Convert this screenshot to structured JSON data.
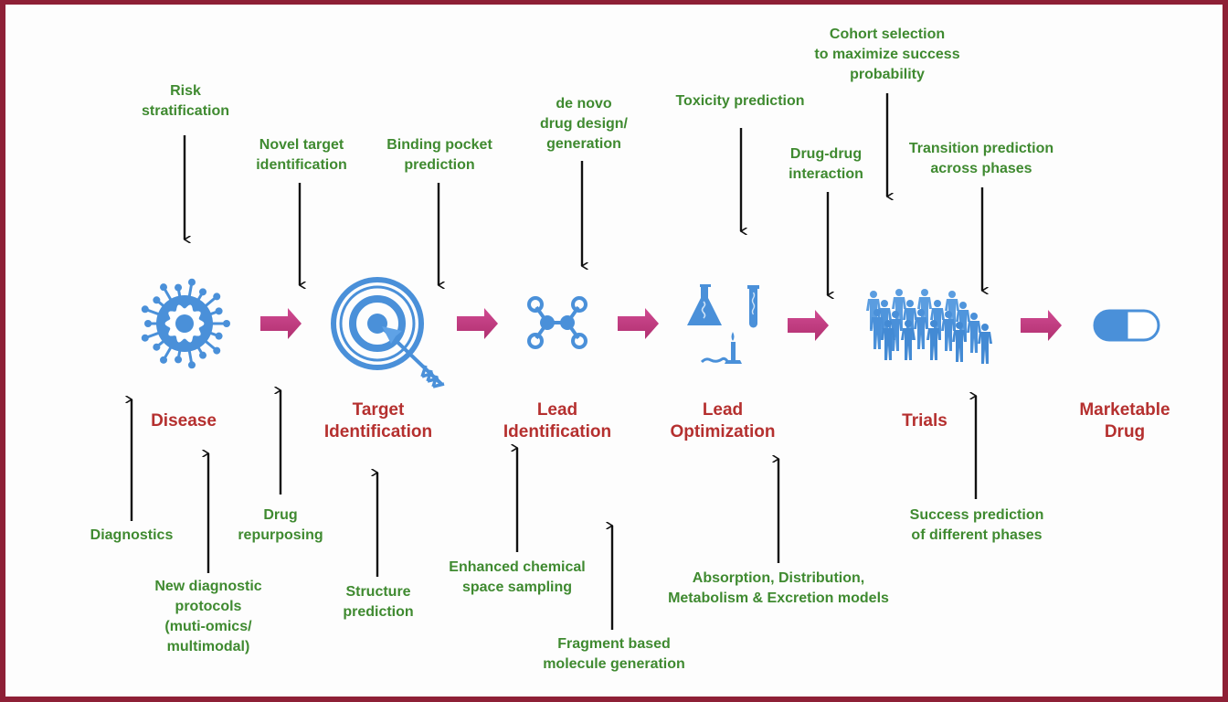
{
  "colors": {
    "frame": "#8e2036",
    "label_green": "#3f8a30",
    "stage_red": "#b5302f",
    "icon_blue": "#4a90d9",
    "flow_arrow": "#c33b83"
  },
  "stages": [
    {
      "id": "disease",
      "icon": "virus-icon",
      "lines": [
        "Disease"
      ]
    },
    {
      "id": "target-identification",
      "icon": "target-icon",
      "lines": [
        "Target",
        "Identification"
      ]
    },
    {
      "id": "lead-identification",
      "icon": "molecule-icon",
      "lines": [
        "Lead",
        "Identification"
      ]
    },
    {
      "id": "lead-optimization",
      "icon": "lab-equipment-icon",
      "lines": [
        "Lead",
        "Optimization"
      ]
    },
    {
      "id": "trials",
      "icon": "crowd-icon",
      "lines": [
        "Trials"
      ]
    },
    {
      "id": "marketable-drug",
      "icon": "pill-icon",
      "lines": [
        "Marketable",
        "Drug"
      ]
    }
  ],
  "top_labels": [
    {
      "id": "risk-stratification",
      "lines": [
        "Risk",
        "stratification"
      ]
    },
    {
      "id": "novel-target-identification",
      "lines": [
        "Novel target",
        "identification"
      ]
    },
    {
      "id": "binding-pocket-prediction",
      "lines": [
        "Binding pocket",
        "prediction"
      ]
    },
    {
      "id": "de-novo-drug-design",
      "lines": [
        "de novo",
        "drug design/",
        "generation"
      ]
    },
    {
      "id": "toxicity-prediction",
      "lines": [
        "Toxicity prediction"
      ]
    },
    {
      "id": "drug-drug-interaction",
      "lines": [
        "Drug-drug",
        "interaction"
      ]
    },
    {
      "id": "cohort-selection",
      "lines": [
        "Cohort selection",
        "to maximize success",
        "probability"
      ]
    },
    {
      "id": "transition-prediction",
      "lines": [
        "Transition prediction",
        "across phases"
      ]
    }
  ],
  "bottom_labels": [
    {
      "id": "diagnostics",
      "lines": [
        "Diagnostics"
      ]
    },
    {
      "id": "new-diagnostic-protocols",
      "lines": [
        "New diagnostic",
        "protocols",
        "(muti-omics/",
        "multimodal)"
      ]
    },
    {
      "id": "drug-repurposing",
      "lines": [
        "Drug",
        "repurposing"
      ]
    },
    {
      "id": "structure-prediction",
      "lines": [
        "Structure",
        "prediction"
      ]
    },
    {
      "id": "enhanced-chemical-space-sampling",
      "lines": [
        "Enhanced chemical",
        "space sampling"
      ]
    },
    {
      "id": "fragment-based-molecule-generation",
      "lines": [
        "Fragment based",
        "molecule generation"
      ]
    },
    {
      "id": "adme-models",
      "lines": [
        "Absorption, Distribution,",
        "Metabolism & Excretion models"
      ]
    },
    {
      "id": "success-prediction",
      "lines": [
        "Success prediction",
        "of different phases"
      ]
    }
  ]
}
